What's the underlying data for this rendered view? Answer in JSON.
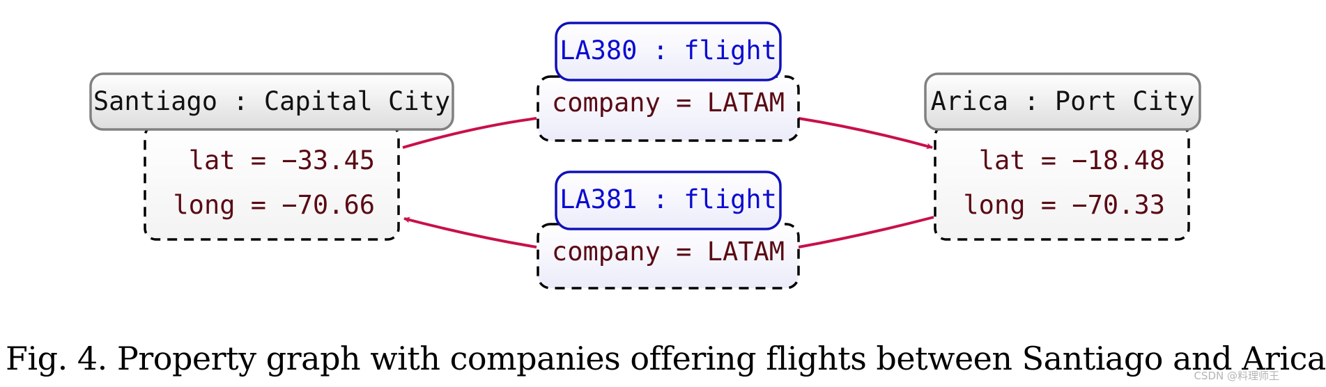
{
  "nodes": {
    "santiago": {
      "label": "Santiago : Capital City",
      "props": [
        "lat = −33.45",
        "long = −70.66"
      ]
    },
    "arica": {
      "label": "Arica : Port City",
      "props": [
        "lat = −18.48",
        "long = −70.33"
      ]
    }
  },
  "edges": {
    "la380": {
      "label": "LA380 : flight",
      "props": [
        "company = LATAM"
      ]
    },
    "la381": {
      "label": "LA381 : flight",
      "props": [
        "company = LATAM"
      ]
    }
  },
  "caption": "Fig. 4.  Property graph with companies offering flights between Santiago and Arica",
  "watermark": "CSDN @料理师王",
  "colors": {
    "arrow": "#c8104a",
    "edge_label": "#0a0ad2",
    "edge_border": "#1010b8",
    "prop_text": "#5a0a14",
    "node_border": "#808080"
  }
}
